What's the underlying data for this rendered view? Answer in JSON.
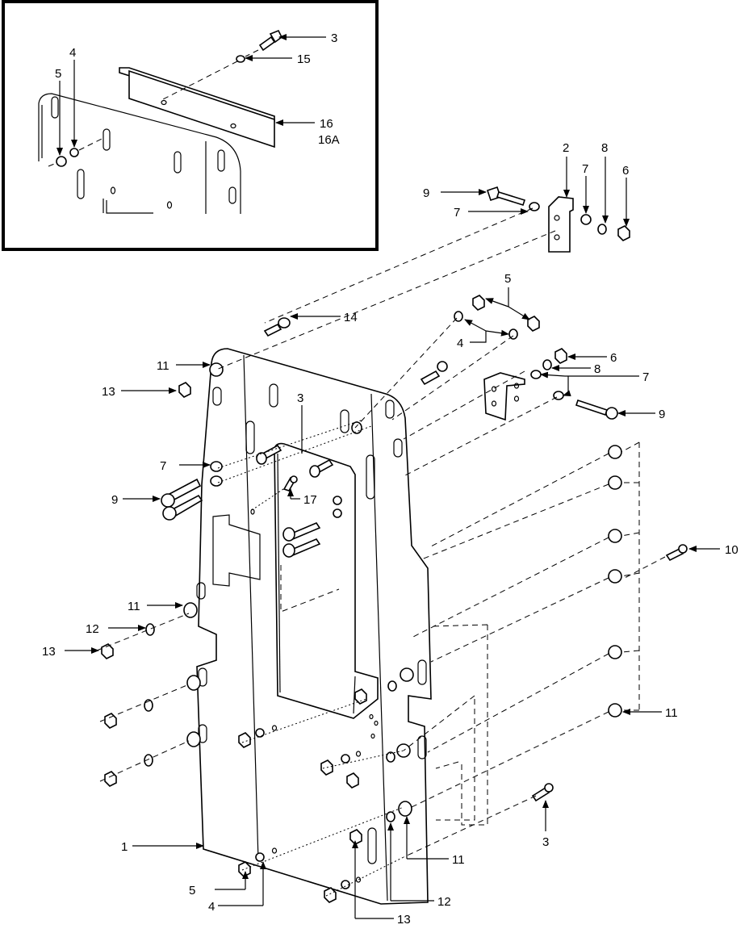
{
  "diagram": {
    "callouts": [
      {
        "id": "c-inset-3",
        "text": "3"
      },
      {
        "id": "c-inset-15",
        "text": "15"
      },
      {
        "id": "c-inset-16",
        "text": "16"
      },
      {
        "id": "c-inset-16a",
        "text": "16A"
      },
      {
        "id": "c-inset-5",
        "text": "5"
      },
      {
        "id": "c-inset-4",
        "text": "4"
      },
      {
        "id": "c-2",
        "text": "2"
      },
      {
        "id": "c-7a",
        "text": "7"
      },
      {
        "id": "c-8a",
        "text": "8"
      },
      {
        "id": "c-6a",
        "text": "6"
      },
      {
        "id": "c-9a",
        "text": "9"
      },
      {
        "id": "c-7b",
        "text": "7"
      },
      {
        "id": "c-5a",
        "text": "5"
      },
      {
        "id": "c-4a",
        "text": "4"
      },
      {
        "id": "c-14",
        "text": "14"
      },
      {
        "id": "c-11a",
        "text": "11"
      },
      {
        "id": "c-13a",
        "text": "13"
      },
      {
        "id": "c-6b",
        "text": "6"
      },
      {
        "id": "c-8b",
        "text": "8"
      },
      {
        "id": "c-7c",
        "text": "7"
      },
      {
        "id": "c-9b",
        "text": "9"
      },
      {
        "id": "c-3a",
        "text": "3"
      },
      {
        "id": "c-7d",
        "text": "7"
      },
      {
        "id": "c-9c",
        "text": "9"
      },
      {
        "id": "c-17",
        "text": "17"
      },
      {
        "id": "c-10",
        "text": "10"
      },
      {
        "id": "c-11b",
        "text": "11"
      },
      {
        "id": "c-12a",
        "text": "12"
      },
      {
        "id": "c-13b",
        "text": "13"
      },
      {
        "id": "c-11c",
        "text": "11"
      },
      {
        "id": "c-1",
        "text": "1"
      },
      {
        "id": "c-3b",
        "text": "3"
      },
      {
        "id": "c-11d",
        "text": "11"
      },
      {
        "id": "c-5b",
        "text": "5"
      },
      {
        "id": "c-4b",
        "text": "4"
      },
      {
        "id": "c-12b",
        "text": "12"
      },
      {
        "id": "c-13c",
        "text": "13"
      }
    ]
  }
}
